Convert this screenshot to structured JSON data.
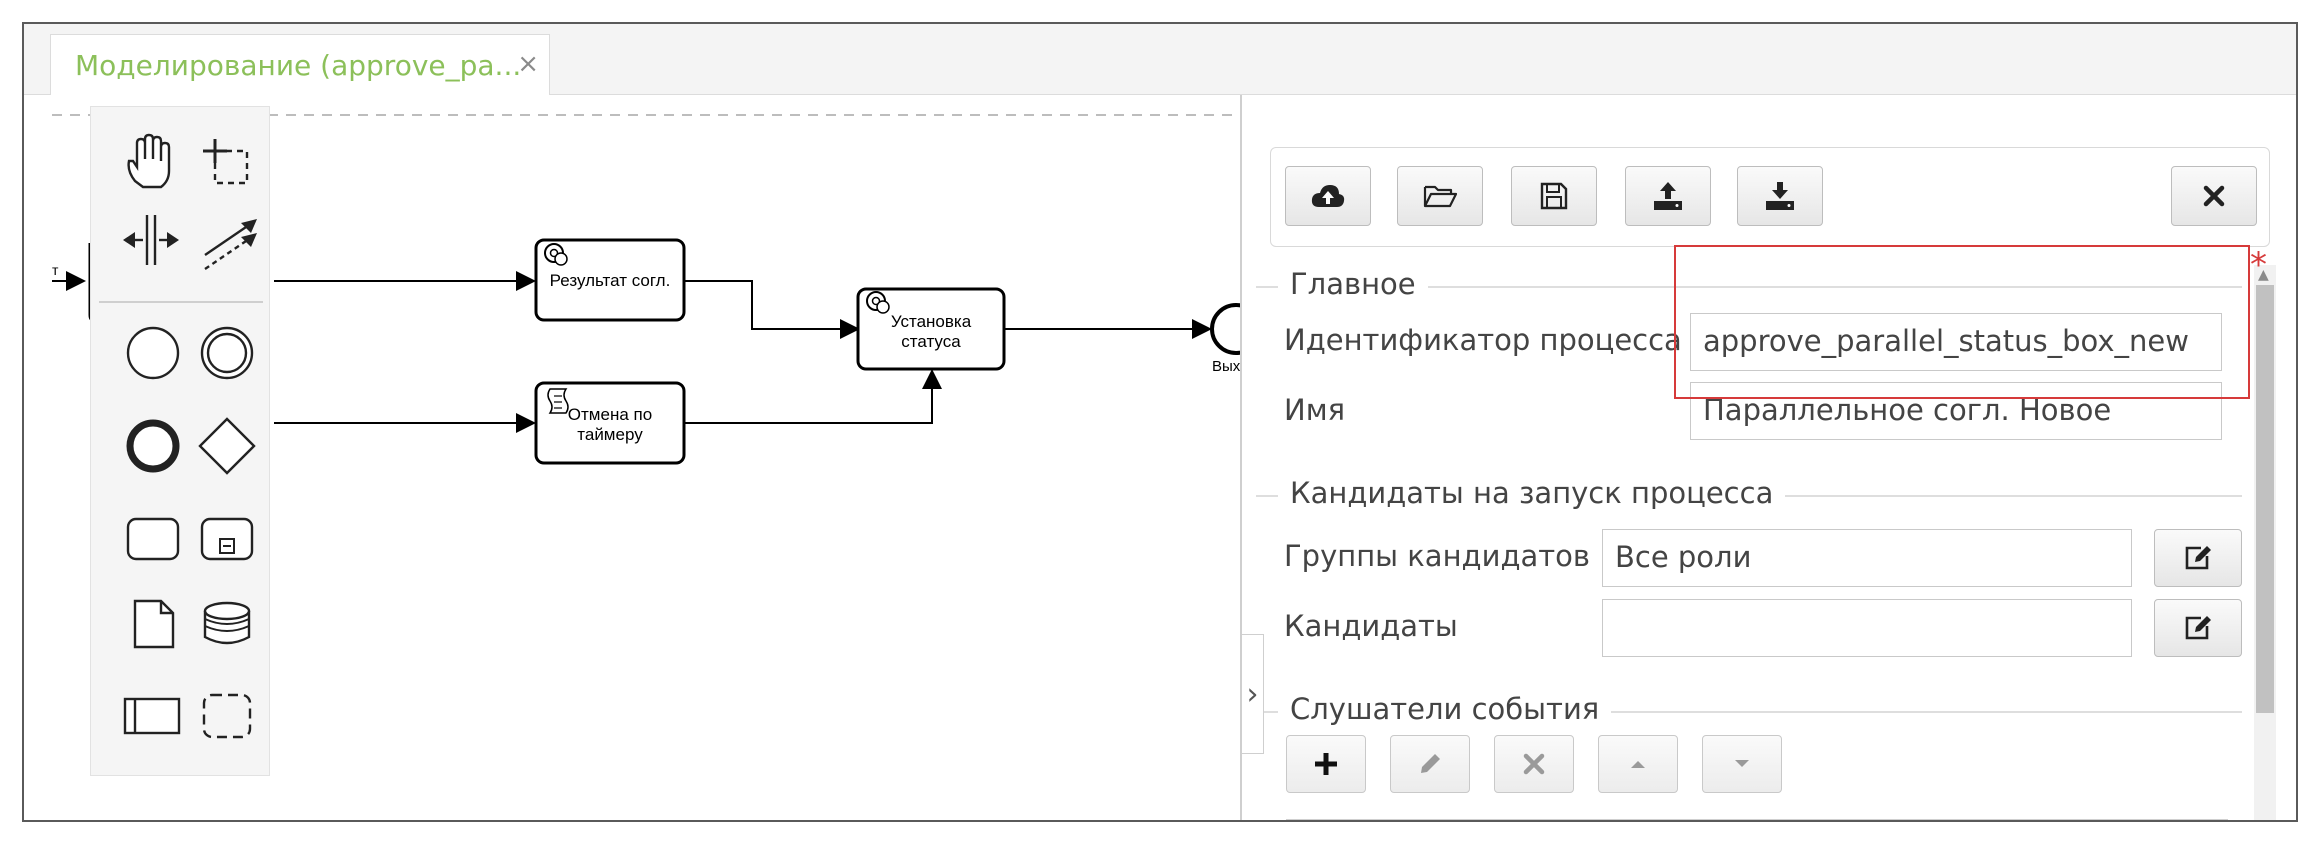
{
  "tab": {
    "title": "Моделирование (approve_pa...",
    "close": "×"
  },
  "diagram": {
    "tasks": [
      {
        "label_lines": [
          "Результат согл."
        ],
        "icon": "gear-icon"
      },
      {
        "label_lines": [
          "Установка",
          "статуса"
        ],
        "icon": "gear-icon"
      },
      {
        "label_lines": [
          "Отмена по",
          "таймеру"
        ],
        "icon": "script-icon"
      }
    ],
    "left_fragment": "т",
    "end_event_fragment": "Выхо"
  },
  "palette": {
    "tools": [
      "hand-tool-icon",
      "lasso-tool-icon",
      "space-tool-icon",
      "connect-tool-icon",
      "start-event-icon",
      "intermediate-event-icon",
      "end-event-icon",
      "gateway-icon",
      "task-icon",
      "subprocess-icon",
      "data-object-icon",
      "data-store-icon",
      "pool-icon",
      "group-icon"
    ]
  },
  "toolbar": {
    "buttons": [
      "cloud-upload-icon",
      "folder-open-icon",
      "save-icon",
      "export-icon",
      "import-icon"
    ],
    "close": "close-icon"
  },
  "sections": {
    "main": {
      "legend": "Главное",
      "id_label": "Идентификатор процесса",
      "id_value": "approve_parallel_status_box_new",
      "name_label": "Имя",
      "name_value": "Параллельное согл. Новое",
      "required_mark": "*"
    },
    "candidates": {
      "legend": "Кандидаты на запуск процесса",
      "groups_label": "Группы кандидатов",
      "groups_value": "Все роли",
      "users_label": "Кандидаты",
      "users_value": ""
    },
    "listeners": {
      "legend": "Слушатели события",
      "buttons": [
        "add-icon",
        "edit-icon",
        "delete-icon",
        "move-up-icon",
        "move-down-icon"
      ]
    }
  },
  "colors": {
    "tab_title": "#8cc05a",
    "required": "#d63a3a",
    "highlight": "#d63a3a"
  }
}
